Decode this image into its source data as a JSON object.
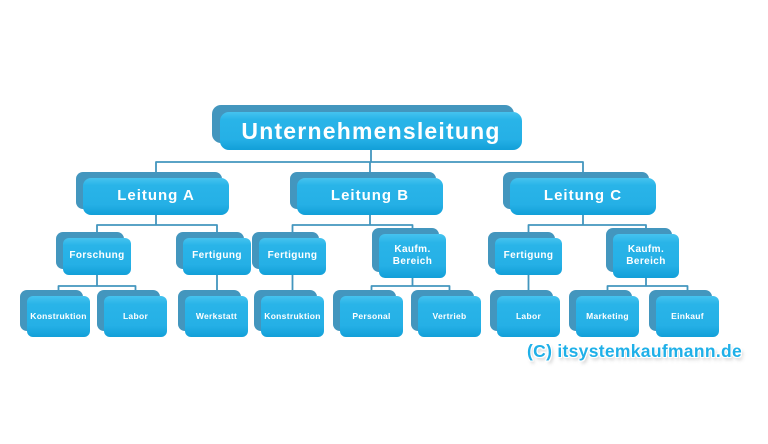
{
  "org_chart": {
    "type": "org-tree",
    "root": "unternehmensleitung",
    "nodes": [
      {
        "id": "unternehmensleitung",
        "label": "Unternehmensleitung",
        "parent": null,
        "level": 1
      },
      {
        "id": "leitung-a",
        "label": "Leitung A",
        "parent": "unternehmensleitung",
        "level": 2
      },
      {
        "id": "leitung-b",
        "label": "Leitung B",
        "parent": "unternehmensleitung",
        "level": 2
      },
      {
        "id": "leitung-c",
        "label": "Leitung C",
        "parent": "unternehmensleitung",
        "level": 2
      },
      {
        "id": "forschung-a",
        "label": "Forschung",
        "parent": "leitung-a",
        "level": 3
      },
      {
        "id": "fertigung-a",
        "label": "Fertigung",
        "parent": "leitung-a",
        "level": 3
      },
      {
        "id": "fertigung-b",
        "label": "Fertigung",
        "parent": "leitung-b",
        "level": 3
      },
      {
        "id": "kaufm-bereich-b",
        "label": "Kaufm. Bereich",
        "lines": [
          "Kaufm.",
          "Bereich"
        ],
        "parent": "leitung-b",
        "level": 3
      },
      {
        "id": "fertigung-c",
        "label": "Fertigung",
        "parent": "leitung-c",
        "level": 3
      },
      {
        "id": "kaufm-bereich-c",
        "label": "Kaufm. Bereich",
        "lines": [
          "Kaufm.",
          "Bereich"
        ],
        "parent": "leitung-c",
        "level": 3
      },
      {
        "id": "konstruktion-a",
        "label": "Konstruktion",
        "parent": "forschung-a",
        "level": 4
      },
      {
        "id": "labor-a",
        "label": "Labor",
        "parent": "forschung-a",
        "level": 4
      },
      {
        "id": "werkstatt-a",
        "label": "Werkstatt",
        "parent": "fertigung-a",
        "level": 4
      },
      {
        "id": "konstruktion-b",
        "label": "Konstruktion",
        "parent": "fertigung-b",
        "level": 4
      },
      {
        "id": "personal-b",
        "label": "Personal",
        "parent": "kaufm-bereich-b",
        "level": 4
      },
      {
        "id": "vertrieb-b",
        "label": "Vertrieb",
        "parent": "kaufm-bereich-b",
        "level": 4
      },
      {
        "id": "labor-c",
        "label": "Labor",
        "parent": "fertigung-c",
        "level": 4
      },
      {
        "id": "marketing-c",
        "label": "Marketing",
        "parent": "kaufm-bereich-c",
        "level": 4
      },
      {
        "id": "einkauf-c",
        "label": "Einkauf",
        "parent": "kaufm-bereich-c",
        "level": 4
      }
    ]
  },
  "watermark": {
    "text": "(C) itsystemkaufmann.de"
  },
  "colors": {
    "background": "#ffffff",
    "box_fill": "#29b3e8",
    "box_shadow": "#4396be",
    "connector": "#4396be",
    "box_text": "#ffffff",
    "watermark": "#1fb0e8"
  }
}
